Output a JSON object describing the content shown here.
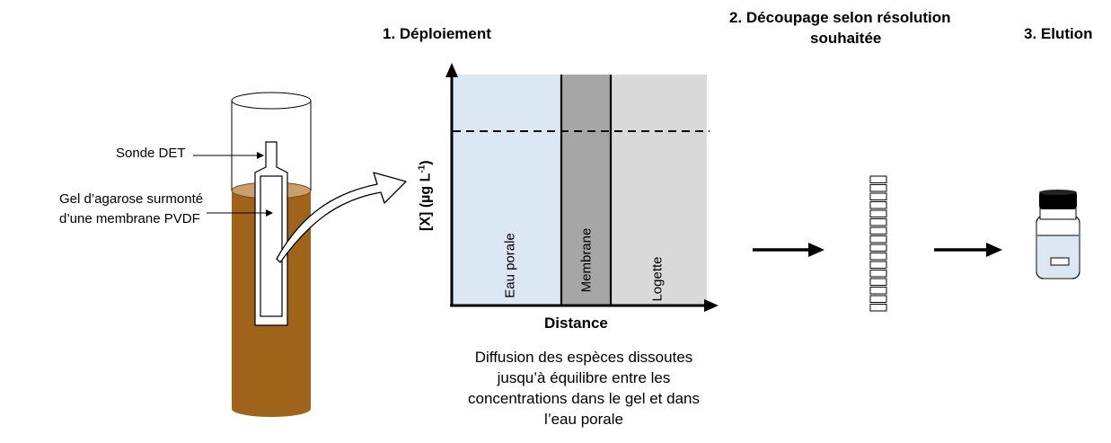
{
  "steps": {
    "step1": "1. Déploiement",
    "step2_line1": "2. Découpage selon résolution",
    "step2_line2": "souhaitée",
    "step3": "3. Elution"
  },
  "probe": {
    "label_sonde": "Sonde DET",
    "label_gel_line1": "Gel d’agarose surmonté",
    "label_gel_line2": "d’une membrane PVDF",
    "colors": {
      "sediment": "#A0631A",
      "sediment_top": "#C8A06E"
    }
  },
  "graph": {
    "ylabel_main": "[X] (µg L",
    "ylabel_sup": "-1",
    "ylabel_end": ")",
    "xlabel": "Distance",
    "zones": [
      "Eau porale",
      "Membrane",
      "Logette"
    ],
    "colors": {
      "eau": "#DCE7F4",
      "membrane": "#A6A6A6",
      "logette": "#D9D9D9"
    }
  },
  "caption": {
    "line1": "Diffusion des espèces dissoutes",
    "line2": "jusqu’à équilibre entre les",
    "line3": "concentrations dans le gel et dans",
    "line4": "l’eau porale"
  }
}
